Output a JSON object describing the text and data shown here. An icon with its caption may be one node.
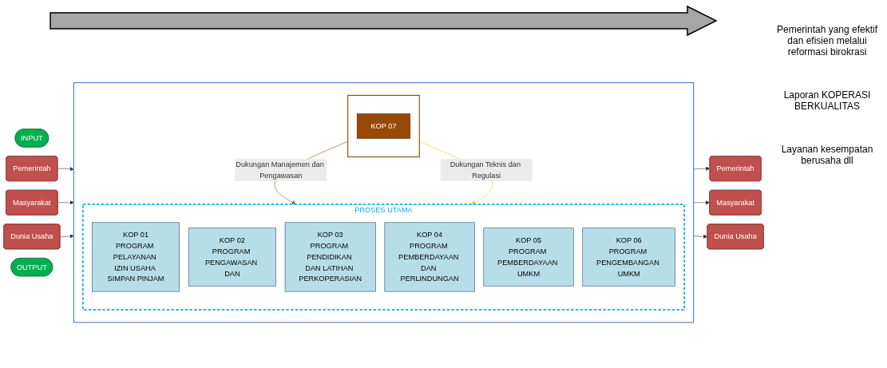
{
  "diagram": {
    "nodes": [
      {
        "text": [
          "INPUT"
        ]
      },
      {
        "text": [
          "Pemerintah"
        ]
      },
      {
        "text": [
          "Masyarakat"
        ]
      },
      {
        "text": [
          "Dunia Usaha"
        ]
      },
      {
        "text": [],
        "shape": "box"
      },
      {
        "text": [
          "PROSES UTAMA"
        ],
        "in": 4
      },
      {
        "text": [
          "KOP 01",
          "PROGRAM PELAYANAN IZIN USAHA SIMPAN PINJAM"
        ],
        "in": 5
      },
      {
        "text": [
          "KOP 02",
          "PROGRAM PENGAWASAN DAN"
        ],
        "in": 5
      },
      {
        "text": [
          "KOP 03",
          "PROGRAM PENDIDIKAN DAN LATIHAN PERKOPERASIAN"
        ],
        "in": 5
      },
      {
        "text": [
          "KOP 04",
          "PROGRAM PEMBERDAYAAN DAN PERLINDUNGAN"
        ],
        "in": 5
      },
      {
        "text": [
          "KOP 05",
          "PROGRAM PEMBERDAYAAN UMKM"
        ],
        "in": 5
      },
      {
        "text": [
          "KOP 06",
          "PROGRAM PENGEMBANGAN UMKM"
        ],
        "in": 5
      },
      {
        "text": [],
        "shape": "box",
        "in": 4
      },
      {
        "text": [
          "KOP 07"
        ],
        "in": 12
      },
      {
        "text": [
          "OUTPUT"
        ]
      },
      {
        "text": [
          "Pemerintah"
        ]
      },
      {
        "text": [
          "Masyarakat"
        ]
      },
      {
        "text": [
          "Dunia Usaha"
        ]
      }
    ],
    "edges": [
      {
        "from": 1,
        "to": 4,
        "arrow": "to"
      },
      {
        "from": 2,
        "to": 4,
        "arrow": "to"
      },
      {
        "from": 3,
        "to": 4,
        "arrow": "to"
      },
      {
        "from": 12,
        "to": 5,
        "arrow": "to",
        "label": "Dukungan Manajemen dan Pengawasan",
        "color": "#984807"
      },
      {
        "from": 12,
        "to": 5,
        "arrow": "to",
        "label": "Dukungan Teknis dan Regulasi",
        "color": "#ffc000"
      },
      {
        "from": 4,
        "to": 15,
        "arrow": "to"
      },
      {
        "from": 4,
        "to": 16,
        "arrow": "to"
      },
      {
        "from": 4,
        "to": 17,
        "arrow": "to"
      }
    ],
    "labels": [
      "Pemerintah yang efektif dan efisien melalui reformasi birokrasi",
      "Laporan KOPERASI BERKUALITAS",
      "Layanan kesempatan berusaha dll"
    ]
  }
}
